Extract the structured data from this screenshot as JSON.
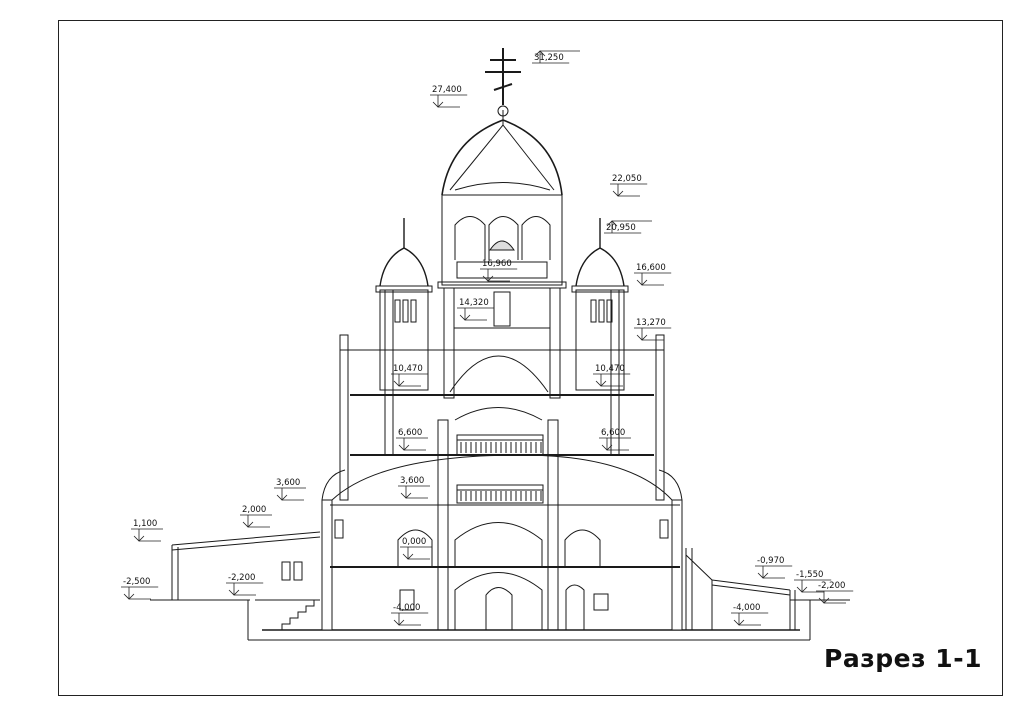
{
  "sheet": {
    "title": "Разрез 1-1"
  },
  "levels": [
    {
      "id": "cross-top",
      "value": "31,250"
    },
    {
      "id": "cross-base",
      "value": "27,400"
    },
    {
      "id": "drum-top",
      "value": "22,050"
    },
    {
      "id": "belfry-cornice",
      "value": "20,950"
    },
    {
      "id": "belfry-floor",
      "value": "16,960"
    },
    {
      "id": "small-dome-base",
      "value": "16,600"
    },
    {
      "id": "tower-floor",
      "value": "14,320"
    },
    {
      "id": "roof-right",
      "value": "13,270"
    },
    {
      "id": "gallery-left",
      "value": "10,470"
    },
    {
      "id": "gallery-right",
      "value": "10,470"
    },
    {
      "id": "choir-left",
      "value": "6,600"
    },
    {
      "id": "choir-right",
      "value": "6,600"
    },
    {
      "id": "apse-left",
      "value": "3,600"
    },
    {
      "id": "nave-upper",
      "value": "3,600"
    },
    {
      "id": "porch-roof",
      "value": "2,000"
    },
    {
      "id": "annex-roof",
      "value": "1,100"
    },
    {
      "id": "ground-left",
      "value": "-2,500"
    },
    {
      "id": "annex-floor",
      "value": "-2,200"
    },
    {
      "id": "ground-zero",
      "value": "0,000"
    },
    {
      "id": "ramp-right",
      "value": "-0,970"
    },
    {
      "id": "ground-right",
      "value": "-1,550"
    },
    {
      "id": "pit-right",
      "value": "-2,200"
    },
    {
      "id": "basement",
      "value": "-4,000"
    },
    {
      "id": "basement-right",
      "value": "-4,000"
    }
  ]
}
